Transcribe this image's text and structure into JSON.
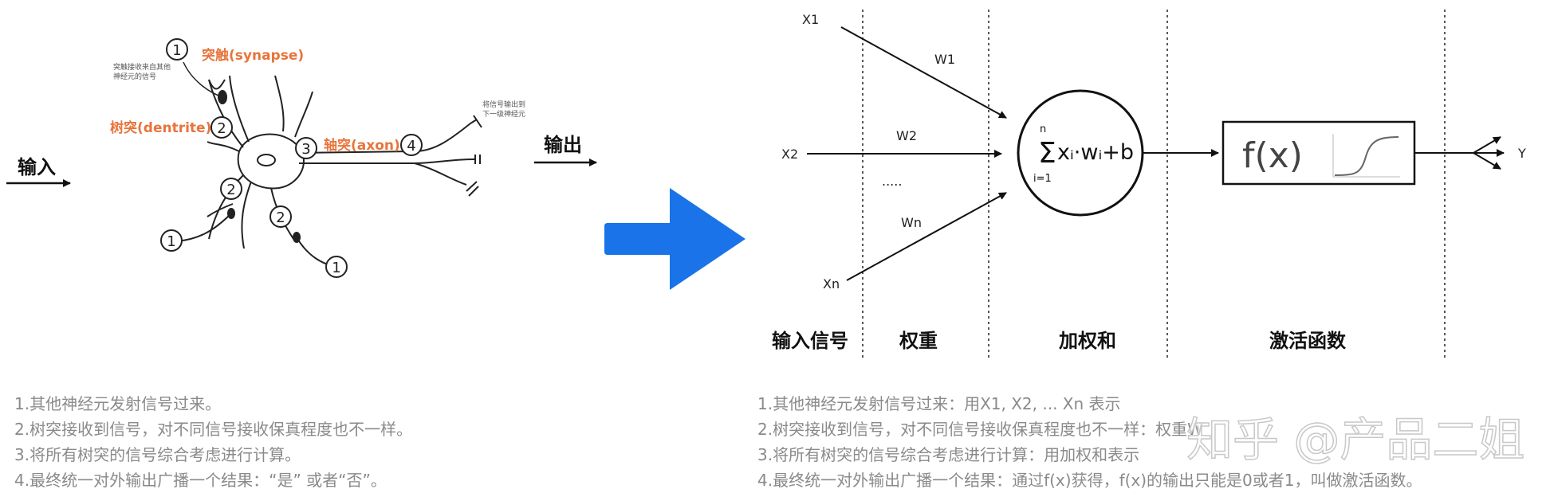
{
  "left_panel": {
    "input_label": "输入",
    "output_label": "输出",
    "neuron_labels": {
      "synapse": "突触(synapse)",
      "synapse_note_line1": "突触接收来自其他",
      "synapse_note_line2": "神经元的信号",
      "dendrite": "树突(dentrite)",
      "axon": "轴突(axon)",
      "output_note_line1": "将信号输出到",
      "output_note_line2": "下一级神经元"
    },
    "markers": {
      "one": "1",
      "two": "2",
      "three": "3",
      "four": "4"
    },
    "captions": [
      "1.其他神经元发射信号过来。",
      "2.树突接收到信号，对不同信号接收保真程度也不一样。",
      "3.将所有树突的信号综合考虑进行计算。",
      "4.最终统一对外输出广播一个结果：“是” 或者“否”。"
    ]
  },
  "arrow": {
    "color": "#1a73e8",
    "icon": "right-arrow-icon"
  },
  "right_panel": {
    "inputs": [
      "X1",
      "X2",
      ".....",
      "Xn"
    ],
    "weights": [
      "W1",
      "W2",
      "Wn"
    ],
    "sum_formula": {
      "upper": "n",
      "lower": "i=1",
      "body": "xᵢ·wᵢ+b"
    },
    "activation": "f(x)",
    "output": "Y",
    "sections": [
      "输入信号",
      "权重",
      "加权和",
      "激活函数"
    ],
    "captions": [
      "1.其他神经元发射信号过来：用X1, X2, ... Xn 表示",
      "2.树突接收到信号，对不同信号接收保真程度也不一样：权重W",
      "3.将所有树突的信号综合考虑进行计算：用加权和表示",
      "4.最终统一对外输出广播一个结果：通过f(x)获得，f(x)的输出只能是0或者1，叫做激活函数。"
    ],
    "watermark": "知乎 @产品二姐"
  }
}
